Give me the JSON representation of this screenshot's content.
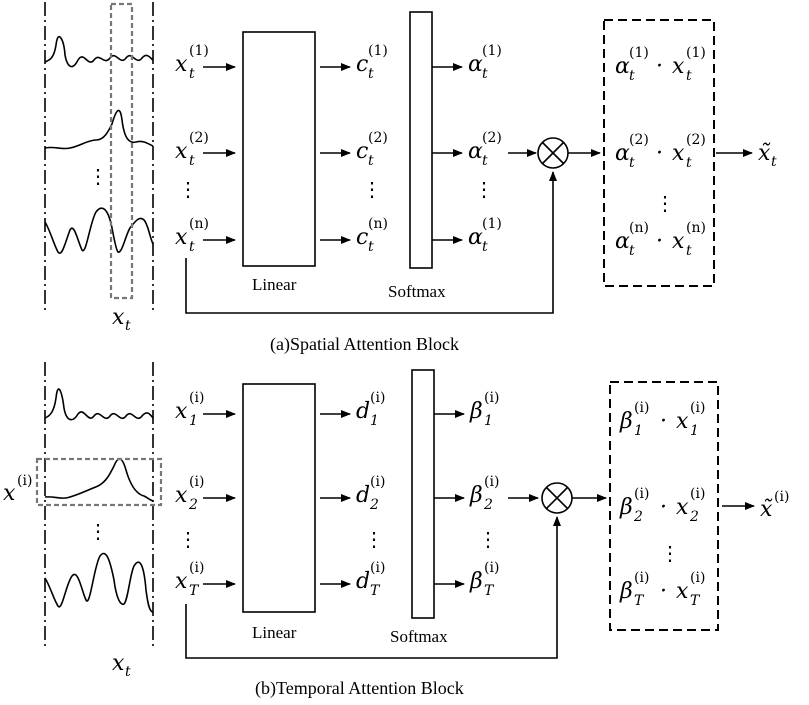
{
  "spatial": {
    "inputs": [
      {
        "base": "x",
        "sub": "t",
        "sup": "(1)"
      },
      {
        "base": "x",
        "sub": "t",
        "sup": "(2)"
      },
      {
        "base": "x",
        "sub": "t",
        "sup": "(n)"
      }
    ],
    "linear_outputs": [
      {
        "base": "c",
        "sub": "t",
        "sup": "(1)"
      },
      {
        "base": "c",
        "sub": "t",
        "sup": "(2)"
      },
      {
        "base": "c",
        "sub": "t",
        "sup": "(n)"
      }
    ],
    "softmax_outputs": [
      {
        "base": "α",
        "sub": "t",
        "sup": "(1)"
      },
      {
        "base": "α",
        "sub": "t",
        "sup": "(2)"
      },
      {
        "base": "α",
        "sub": "t",
        "sup": "(1)"
      }
    ],
    "products": [
      {
        "a": "α",
        "b": "x",
        "sub": "t",
        "sup": "(1)"
      },
      {
        "a": "α",
        "b": "x",
        "sub": "t",
        "sup": "(2)"
      },
      {
        "a": "α",
        "b": "x",
        "sub": "t",
        "sup": "(n)"
      }
    ],
    "window_label": {
      "base": "x",
      "sub": "t"
    },
    "result": {
      "base": "x̃",
      "sub": "t"
    },
    "linear_label": "Linear",
    "softmax_label": "Softmax",
    "caption": "(a)Spatial Attention Block"
  },
  "temporal": {
    "inputs": [
      {
        "base": "x",
        "sub": "1",
        "sup": "(i)"
      },
      {
        "base": "x",
        "sub": "2",
        "sup": "(i)"
      },
      {
        "base": "x",
        "sub": "T",
        "sup": "(i)"
      }
    ],
    "linear_outputs": [
      {
        "base": "d",
        "sub": "1",
        "sup": "(i)"
      },
      {
        "base": "d",
        "sub": "2",
        "sup": "(i)"
      },
      {
        "base": "d",
        "sub": "T",
        "sup": "(i)"
      }
    ],
    "softmax_outputs": [
      {
        "base": "β",
        "sub": "1",
        "sup": "(i)"
      },
      {
        "base": "β",
        "sub": "2",
        "sup": "(i)"
      },
      {
        "base": "β",
        "sub": "T",
        "sup": "(i)"
      }
    ],
    "products": [
      {
        "a": "β",
        "b": "x",
        "sub": "1",
        "sup": "(i)"
      },
      {
        "a": "β",
        "b": "x",
        "sub": "2",
        "sup": "(i)"
      },
      {
        "a": "β",
        "b": "x",
        "sub": "T",
        "sup": "(i)"
      }
    ],
    "row_label": {
      "base": "x",
      "sup": "(i)"
    },
    "window_label": {
      "base": "x",
      "sub": "t"
    },
    "result": {
      "base": "x̃",
      "sup": "(i)"
    },
    "linear_label": "Linear",
    "softmax_label": "Softmax",
    "caption": "(b)Temporal Attention Block"
  },
  "symbols": {
    "multiply": "⊗",
    "dot": "·",
    "vdots": "⋮"
  }
}
